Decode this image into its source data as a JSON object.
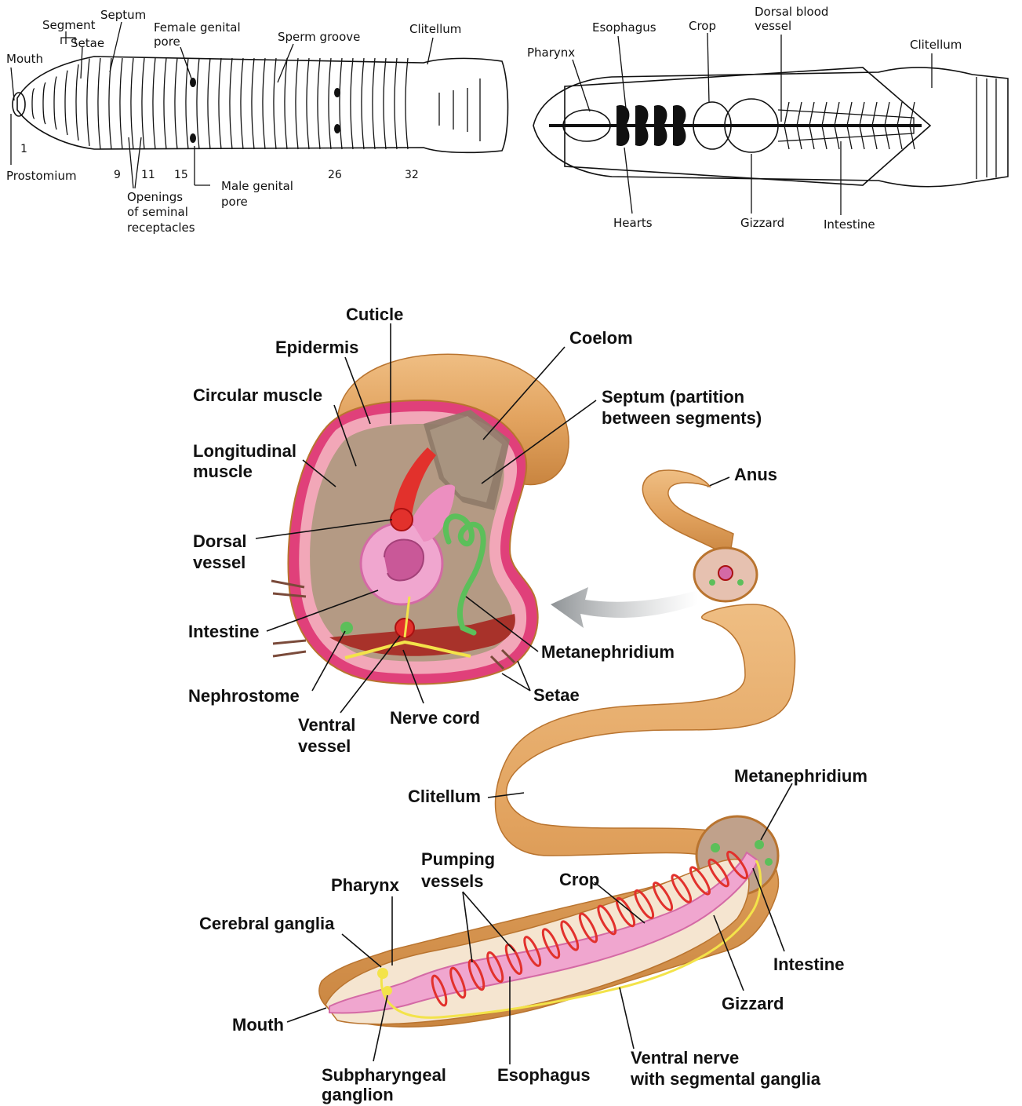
{
  "external_view": {
    "labels": {
      "segment": "Segment",
      "septum": "Septum",
      "setae": "Setae",
      "mouth": "Mouth",
      "female_pore_1": "Female genital",
      "female_pore_2": "pore",
      "sperm_groove": "Sperm groove",
      "clitellum": "Clitellum",
      "prostomium": "Prostomium",
      "openings_1": "Openings",
      "openings_2": "of seminal",
      "openings_3": "receptacles",
      "male_pore_1": "Male genital",
      "male_pore_2": "pore"
    },
    "segment_numbers": [
      "1",
      "9",
      "11",
      "15",
      "26",
      "32"
    ]
  },
  "internal_view": {
    "labels": {
      "pharynx": "Pharynx",
      "esophagus": "Esophagus",
      "crop": "Crop",
      "dorsal_1": "Dorsal blood",
      "dorsal_2": "vessel",
      "clitellum": "Clitellum",
      "hearts": "Hearts",
      "gizzard": "Gizzard",
      "intestine": "Intestine"
    }
  },
  "cross_section": {
    "labels": {
      "cuticle": "Cuticle",
      "epidermis": "Epidermis",
      "circular_muscle": "Circular muscle",
      "longitudinal_1": "Longitudinal",
      "longitudinal_2": "muscle",
      "dorsal_1": "Dorsal",
      "dorsal_2": "vessel",
      "intestine": "Intestine",
      "nephrostome": "Nephrostome",
      "ventral_1": "Ventral",
      "ventral_2": "vessel",
      "nerve_cord": "Nerve cord",
      "coelom": "Coelom",
      "septum_1": "Septum (partition",
      "septum_2": "between segments)",
      "anus": "Anus",
      "metanephridium": "Metanephridium",
      "setae": "Setae"
    }
  },
  "whole_worm": {
    "labels": {
      "clitellum": "Clitellum",
      "metanephridium": "Metanephridium",
      "pumping_1": "Pumping",
      "pumping_2": "vessels",
      "pharynx": "Pharynx",
      "crop": "Crop",
      "cerebral": "Cerebral ganglia",
      "intestine": "Intestine",
      "gizzard": "Gizzard",
      "mouth": "Mouth",
      "ventral_nerve_1": "Ventral nerve",
      "ventral_nerve_2": "with segmental ganglia",
      "subpharyngeal_1": "Subpharyngeal",
      "subpharyngeal_2": "ganglion",
      "esophagus": "Esophagus"
    }
  },
  "colors": {
    "worm_skin": "#e2a35f",
    "worm_skin_dark": "#b9742f",
    "gut_pink": "#f0a6cf",
    "vessel_red": "#e2312c",
    "nerve_yellow": "#f3e34a",
    "nephridium_green": "#5cbf5a",
    "coelom_tan": "#b49a84",
    "arrow_gray": "#9a9da0"
  }
}
